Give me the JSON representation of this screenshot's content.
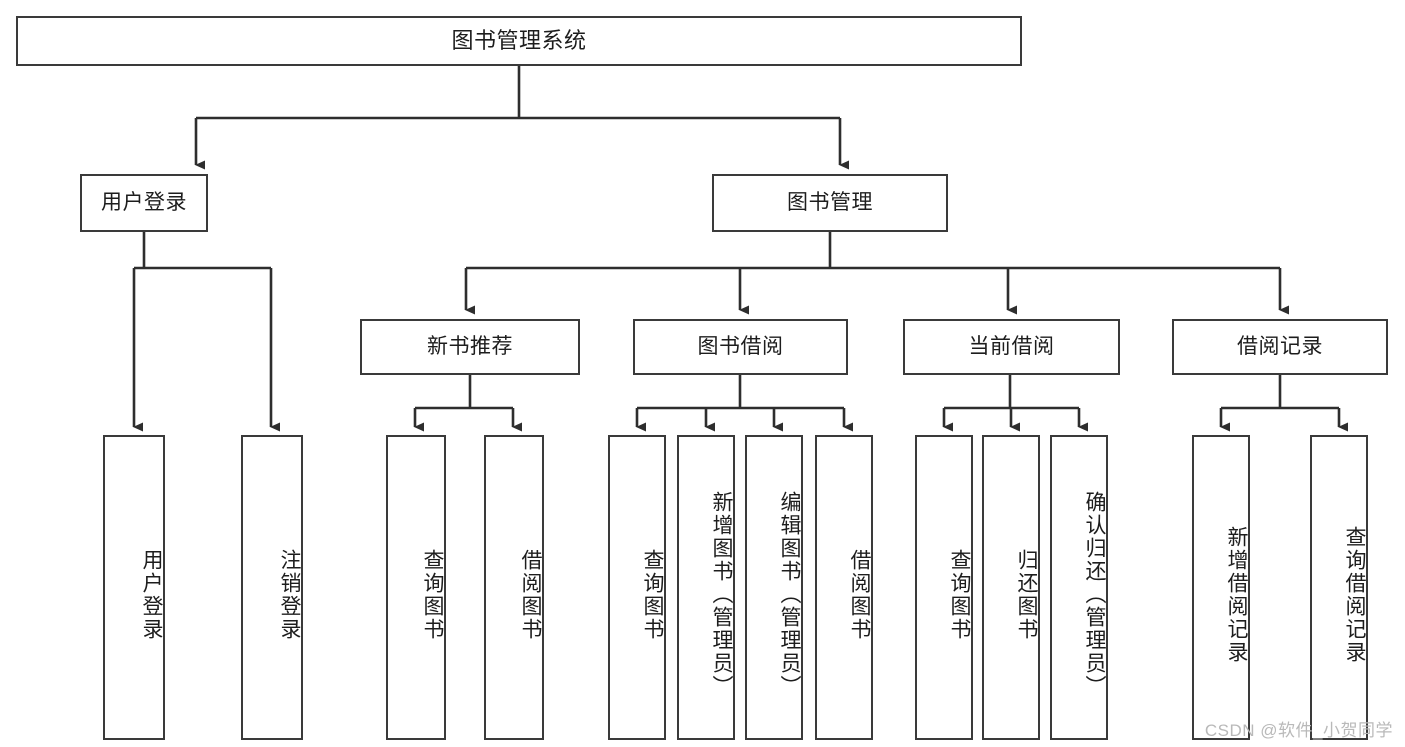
{
  "diagram": {
    "type": "tree",
    "title": "图书管理系统",
    "orientation": "top-down",
    "stroke_color": "#3a3a3a",
    "fill_color": "#ffffff",
    "text_color": "#1d1d1d"
  },
  "root": {
    "label": "图书管理系统"
  },
  "level1": [
    {
      "label": "用户登录"
    },
    {
      "label": "图书管理"
    }
  ],
  "level2": [
    {
      "label": "新书推荐"
    },
    {
      "label": "图书借阅"
    },
    {
      "label": "当前借阅"
    },
    {
      "label": "借阅记录"
    }
  ],
  "leaves": {
    "user_login": [
      {
        "label": "用户登录"
      },
      {
        "label": "注销登录"
      }
    ],
    "new_book": [
      {
        "label": "查询图书"
      },
      {
        "label": "借阅图书"
      }
    ],
    "book_borrow": [
      {
        "label": "查询图书"
      },
      {
        "label": "新增图书（管理员）"
      },
      {
        "label": "编辑图书（管理员）"
      },
      {
        "label": "借阅图书"
      }
    ],
    "current_borrow": [
      {
        "label": "查询图书"
      },
      {
        "label": "归还图书"
      },
      {
        "label": "确认归还（管理员）"
      }
    ],
    "borrow_record": [
      {
        "label": "新增借阅记录"
      },
      {
        "label": "查询借阅记录"
      }
    ]
  },
  "watermark": {
    "text": "CSDN @软件_小贺同学"
  }
}
